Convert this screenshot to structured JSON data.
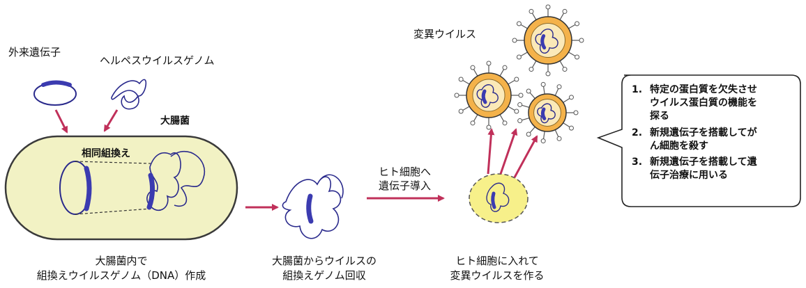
{
  "labels": {
    "foreign_gene": "外来遺伝子",
    "herpes_genome": "ヘルペスウイルスゲノム",
    "e_coli": "大腸菌",
    "homologous_recombination": "相同組換え",
    "transfer_line1": "ヒト細胞へ",
    "transfer_line2": "遺伝子導入",
    "mutant_virus": "変異ウイルス"
  },
  "steps": [
    {
      "line1": "大腸菌内で",
      "line2": "組換えウイルスゲノム（DNA）作成"
    },
    {
      "line1": "大腸菌からウイルスの",
      "line2": "組換えゲノム回収"
    },
    {
      "line1": "ヒト細胞に入れて",
      "line2": "変異ウイルスを作る"
    }
  ],
  "callout": {
    "items": [
      {
        "num": "1.",
        "lines": [
          "特定の蛋白質を欠失させ",
          "ウイルス蛋白質の機能を",
          "探る"
        ]
      },
      {
        "num": "2.",
        "lines": [
          "新規遺伝子を搭載してが",
          "ん細胞を殺す"
        ]
      },
      {
        "num": "3.",
        "lines": [
          "新規遺伝子を搭載して遺",
          "伝子治療に用いる"
        ]
      }
    ]
  },
  "colors": {
    "arrow": "#c0305a",
    "dna": "#2a2a8c",
    "gene_segment": "#3b3bb0",
    "cell_fill": "#f2f2c4",
    "virus_fill": "#f4b24a",
    "human_cell_fill": "#f7f08a"
  }
}
